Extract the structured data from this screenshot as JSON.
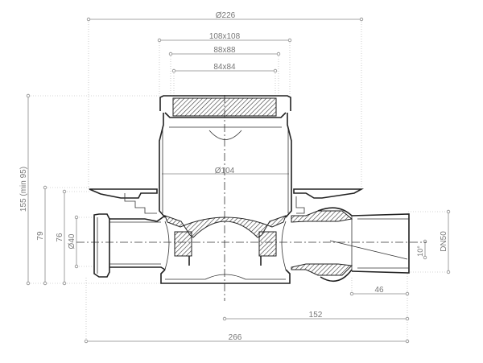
{
  "dimensions": {
    "overall_diameter": "Ø226",
    "frame_outer": "108x108",
    "frame_inner": "88x88",
    "grate": "84x84",
    "body_diameter": "Ø104",
    "height": "155 (min 95)",
    "flange_height": "79",
    "flange_height_inner": "76",
    "inlet_diameter": "Ø40",
    "outlet_size": "DN50",
    "outlet_angle": "10°",
    "outlet_length": "46",
    "center_to_outlet": "152",
    "overall_length": "266"
  },
  "colors": {
    "line": "#222222",
    "dimension": "#888888"
  }
}
